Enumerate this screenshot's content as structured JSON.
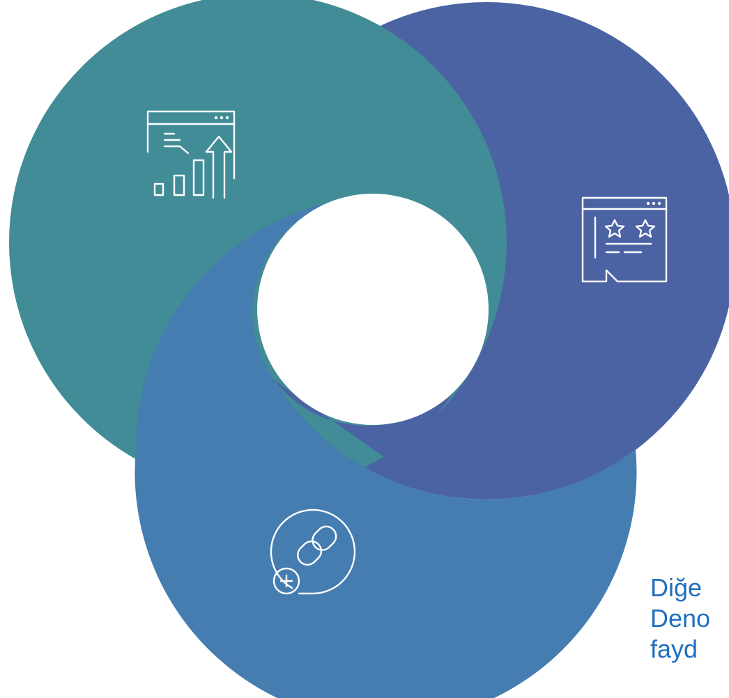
{
  "colors": {
    "teal_circle": "#418c97",
    "indigo_circle": "#4b63a3",
    "blue_circle": "#457db0",
    "center": "#ffffff",
    "icon_stroke": "#ffffff",
    "caption_text": "#1f6fbf"
  },
  "icons": {
    "teal": "growth-chart-window-icon",
    "indigo": "rating-review-window-icon",
    "blue": "link-add-icon"
  },
  "caption": {
    "line1": "Diğe",
    "line2": "Deno",
    "line3": "fayd"
  }
}
